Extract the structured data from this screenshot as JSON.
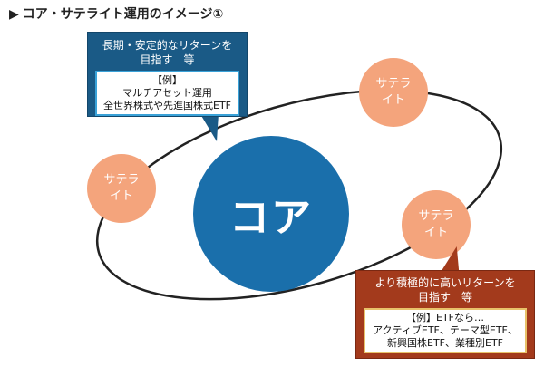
{
  "title": "コア・サテライト運用のイメージ①",
  "core": {
    "label": "コア",
    "color": "#1a6fab"
  },
  "satellites": [
    {
      "line1": "サテラ",
      "line2": "イト"
    },
    {
      "line1": "サテラ",
      "line2": "イト"
    },
    {
      "line1": "サテラ",
      "line2": "イト"
    }
  ],
  "satellite_color": "#f4a47c",
  "core_callout": {
    "head1": "長期・安定的なリターンを",
    "head2": "目指す　等",
    "example1": "【例】",
    "example2": "マルチアセット運用",
    "example3": "全世界株式や先進国株式ETF",
    "color": "#1a5a86"
  },
  "satellite_callout": {
    "head1": "より積極的に高いリターンを",
    "head2": "目指す　等",
    "example1": "【例】ETFなら…",
    "example2": "アクティブETF、テーマ型ETF、",
    "example3": "新興国株ETF、業種別ETF",
    "color": "#a33a1c"
  }
}
